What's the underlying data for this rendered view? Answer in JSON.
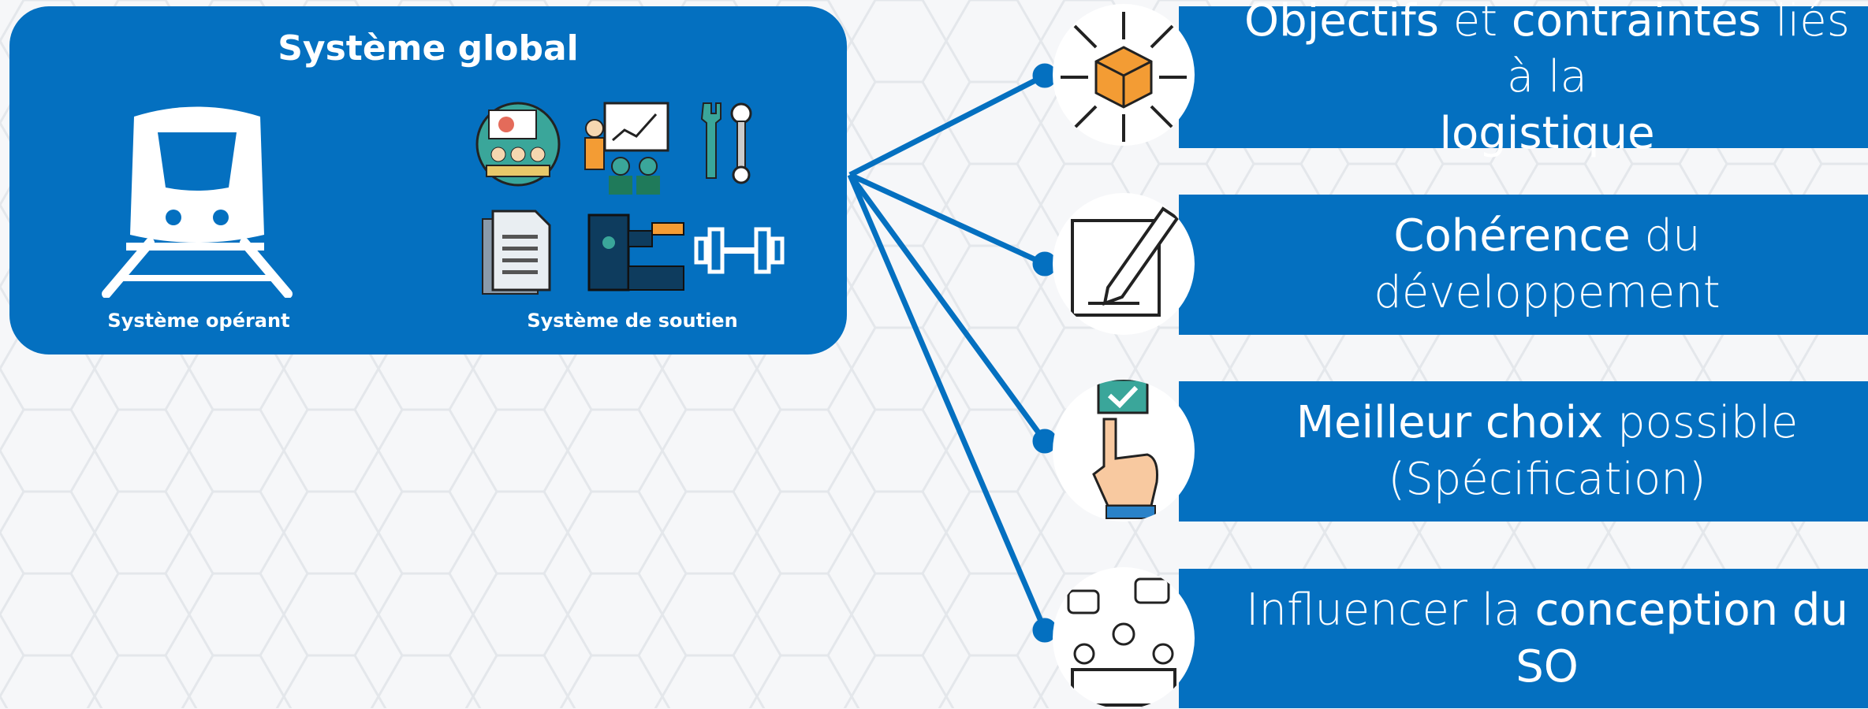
{
  "global_system": {
    "title": "Système global",
    "operating_label": "Système opérant",
    "support_label": "Système de soutien"
  },
  "items": [
    {
      "icon": "logistics-box-icon",
      "parts": [
        {
          "t": "Objectifs",
          "h": true
        },
        {
          "t": " et ",
          "h": false
        },
        {
          "t": "contraintes",
          "h": true
        },
        {
          "t": " liés à la",
          "h": false
        },
        {
          "t": "\n",
          "h": false
        },
        {
          "t": "logistique",
          "h": true
        }
      ]
    },
    {
      "icon": "pen-paper-icon",
      "parts": [
        {
          "t": "Cohérence",
          "h": true
        },
        {
          "t": " du développement",
          "h": false
        }
      ]
    },
    {
      "icon": "hand-checkbox-icon",
      "parts": [
        {
          "t": "Meilleur choix",
          "h": true
        },
        {
          "t": " possible",
          "h": false
        },
        {
          "t": "\n",
          "h": false
        },
        {
          "t": "(Spécification)",
          "h": false
        }
      ]
    },
    {
      "icon": "meeting-people-icon",
      "parts": [
        {
          "t": "Influencer la ",
          "h": false
        },
        {
          "t": "conception du SO",
          "h": true
        }
      ]
    }
  ],
  "colors": {
    "primary": "#0470c0",
    "background": "#f6f7f9",
    "accent_orange": "#f39c34"
  }
}
